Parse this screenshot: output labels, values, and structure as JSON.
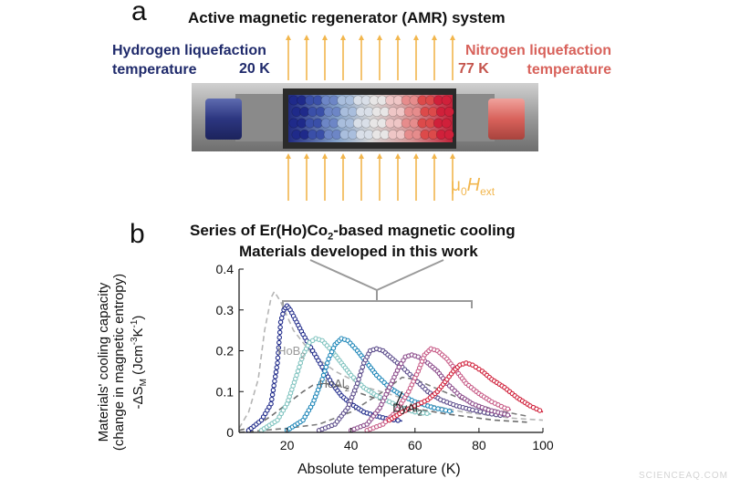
{
  "panel_a": {
    "letter": "a",
    "title": "Active magnetic regenerator (AMR) system",
    "left_label_line1": "Hydrogen liquefaction",
    "left_label_line2": "temperature",
    "left_temp": "20 K",
    "right_label_line1": "Nitrogen liquefaction",
    "right_label_line2": "temperature",
    "right_temp": "77 K",
    "field_label_main": "μ",
    "field_label_sub0": "0",
    "field_label_H": "H",
    "field_label_sub_ext": "ext",
    "colors": {
      "cold": "#1f2a6b",
      "hot": "#d8625b",
      "arrow": "#f2b64d",
      "housing": "#a7a7a7"
    }
  },
  "panel_b": {
    "letter": "b",
    "title_line1_pre": "Series of Er(Ho)Co",
    "title_line1_sub": "2",
    "title_line1_post": "-based magnetic cooling",
    "title_line2": "Materials developed in this work"
  },
  "chart_data": {
    "type": "line",
    "xlabel": "Absolute temperature (K)",
    "ylabel_line1": "Materials' cooling capacity",
    "ylabel_line2": "(change in magnetic entropy)",
    "ylabel_line3_pre": "-ΔS",
    "ylabel_line3_sub": "M",
    "ylabel_line3_post": " (Jcm",
    "ylabel_line3_sup1": "-3",
    "ylabel_line3_mid": "K",
    "ylabel_line3_sup2": "-1",
    "ylabel_line3_end": ")",
    "xlim": [
      5,
      100
    ],
    "ylim": [
      0,
      0.4
    ],
    "xticks": [
      20,
      40,
      60,
      80,
      100
    ],
    "yticks": [
      0,
      0.1,
      0.2,
      0.3,
      0.4
    ],
    "ytick_labels": [
      "0",
      "0.1",
      "0.2",
      "0.3",
      "0.4"
    ],
    "annotations": [
      {
        "text": "HoB",
        "sub": "2",
        "x": 17,
        "y": 0.19,
        "color": "#9a9a9a"
      },
      {
        "text": "HoAl",
        "sub": "2",
        "x": 30,
        "y": 0.11,
        "color": "#6a6a6a"
      },
      {
        "text": "DyAl",
        "sub": "2",
        "x": 53,
        "y": 0.05,
        "color": "#222222"
      }
    ],
    "reference_series": [
      {
        "name": "HoB2",
        "color": "#b5b5b5",
        "points": [
          [
            5,
            0.01
          ],
          [
            8,
            0.05
          ],
          [
            11,
            0.13
          ],
          [
            13,
            0.25
          ],
          [
            15,
            0.33
          ],
          [
            16,
            0.345
          ],
          [
            18,
            0.32
          ],
          [
            22,
            0.25
          ],
          [
            28,
            0.19
          ],
          [
            35,
            0.15
          ],
          [
            45,
            0.11
          ],
          [
            60,
            0.075
          ],
          [
            75,
            0.05
          ],
          [
            90,
            0.035
          ],
          [
            100,
            0.03
          ]
        ]
      },
      {
        "name": "HoAl2",
        "color": "#6e6e6e",
        "points": [
          [
            5,
            0.005
          ],
          [
            10,
            0.015
          ],
          [
            15,
            0.04
          ],
          [
            20,
            0.07
          ],
          [
            25,
            0.1
          ],
          [
            28,
            0.115
          ],
          [
            32,
            0.12
          ],
          [
            38,
            0.11
          ],
          [
            45,
            0.09
          ],
          [
            55,
            0.065
          ],
          [
            70,
            0.045
          ],
          [
            85,
            0.03
          ],
          [
            95,
            0.025
          ]
        ]
      },
      {
        "name": "DyAl2",
        "color": "#7a7a7a",
        "points": [
          [
            5,
            0.0
          ],
          [
            20,
            0.01
          ],
          [
            30,
            0.02
          ],
          [
            40,
            0.05
          ],
          [
            50,
            0.1
          ],
          [
            56,
            0.135
          ],
          [
            60,
            0.13
          ],
          [
            66,
            0.11
          ],
          [
            75,
            0.08
          ],
          [
            85,
            0.055
          ],
          [
            95,
            0.04
          ]
        ]
      }
    ],
    "series": [
      {
        "color": "#1f2a8a",
        "points": [
          [
            8,
            0.005
          ],
          [
            12,
            0.03
          ],
          [
            15,
            0.07
          ],
          [
            17,
            0.17
          ],
          [
            18,
            0.27
          ],
          [
            19,
            0.3
          ],
          [
            20,
            0.31
          ],
          [
            21,
            0.3
          ],
          [
            23,
            0.27
          ],
          [
            25,
            0.24
          ],
          [
            28,
            0.2
          ],
          [
            31,
            0.16
          ],
          [
            34,
            0.12
          ],
          [
            37,
            0.09
          ],
          [
            40,
            0.07
          ],
          [
            44,
            0.05
          ],
          [
            48,
            0.04
          ],
          [
            52,
            0.032
          ],
          [
            56,
            0.028
          ]
        ]
      },
      {
        "color": "#7fc3bf",
        "points": [
          [
            12,
            0.005
          ],
          [
            17,
            0.03
          ],
          [
            20,
            0.07
          ],
          [
            23,
            0.14
          ],
          [
            25,
            0.19
          ],
          [
            27,
            0.22
          ],
          [
            29,
            0.23
          ],
          [
            31,
            0.225
          ],
          [
            34,
            0.2
          ],
          [
            37,
            0.17
          ],
          [
            40,
            0.14
          ],
          [
            44,
            0.11
          ],
          [
            48,
            0.09
          ],
          [
            52,
            0.075
          ],
          [
            56,
            0.06
          ],
          [
            60,
            0.05
          ],
          [
            65,
            0.045
          ]
        ]
      },
      {
        "color": "#1d86b8",
        "points": [
          [
            20,
            0.005
          ],
          [
            25,
            0.03
          ],
          [
            28,
            0.07
          ],
          [
            31,
            0.13
          ],
          [
            33,
            0.18
          ],
          [
            35,
            0.215
          ],
          [
            37,
            0.23
          ],
          [
            39,
            0.225
          ],
          [
            42,
            0.2
          ],
          [
            45,
            0.17
          ],
          [
            48,
            0.14
          ],
          [
            52,
            0.11
          ],
          [
            56,
            0.09
          ],
          [
            60,
            0.075
          ],
          [
            66,
            0.06
          ],
          [
            72,
            0.05
          ]
        ]
      },
      {
        "color": "#5a4a8a",
        "points": [
          [
            30,
            0.005
          ],
          [
            35,
            0.02
          ],
          [
            39,
            0.06
          ],
          [
            42,
            0.12
          ],
          [
            44,
            0.17
          ],
          [
            46,
            0.2
          ],
          [
            48,
            0.205
          ],
          [
            50,
            0.2
          ],
          [
            53,
            0.18
          ],
          [
            56,
            0.16
          ],
          [
            60,
            0.13
          ],
          [
            64,
            0.1
          ],
          [
            68,
            0.08
          ],
          [
            73,
            0.065
          ],
          [
            78,
            0.055
          ],
          [
            84,
            0.045
          ],
          [
            88,
            0.04
          ]
        ]
      },
      {
        "color": "#8a4a8a",
        "points": [
          [
            40,
            0.005
          ],
          [
            45,
            0.02
          ],
          [
            49,
            0.06
          ],
          [
            52,
            0.11
          ],
          [
            55,
            0.16
          ],
          [
            57,
            0.185
          ],
          [
            59,
            0.19
          ],
          [
            61,
            0.185
          ],
          [
            64,
            0.17
          ],
          [
            67,
            0.15
          ],
          [
            70,
            0.12
          ],
          [
            74,
            0.09
          ],
          [
            78,
            0.07
          ],
          [
            83,
            0.055
          ],
          [
            88,
            0.045
          ],
          [
            90,
            0.04
          ]
        ]
      },
      {
        "color": "#c75a86",
        "points": [
          [
            45,
            0.005
          ],
          [
            50,
            0.02
          ],
          [
            54,
            0.05
          ],
          [
            58,
            0.1
          ],
          [
            61,
            0.15
          ],
          [
            63,
            0.19
          ],
          [
            65,
            0.205
          ],
          [
            67,
            0.2
          ],
          [
            70,
            0.18
          ],
          [
            73,
            0.15
          ],
          [
            76,
            0.12
          ],
          [
            80,
            0.095
          ],
          [
            84,
            0.075
          ],
          [
            88,
            0.06
          ],
          [
            90,
            0.055
          ]
        ]
      },
      {
        "color": "#d0203a",
        "points": [
          [
            52,
            0.03
          ],
          [
            56,
            0.05
          ],
          [
            60,
            0.065
          ],
          [
            64,
            0.08
          ],
          [
            67,
            0.1
          ],
          [
            70,
            0.13
          ],
          [
            72,
            0.15
          ],
          [
            74,
            0.165
          ],
          [
            76,
            0.17
          ],
          [
            78,
            0.165
          ],
          [
            81,
            0.15
          ],
          [
            84,
            0.13
          ],
          [
            88,
            0.11
          ],
          [
            92,
            0.085
          ],
          [
            96,
            0.065
          ],
          [
            100,
            0.05
          ]
        ]
      }
    ]
  },
  "watermark": "SCIENCEAQ.COM"
}
